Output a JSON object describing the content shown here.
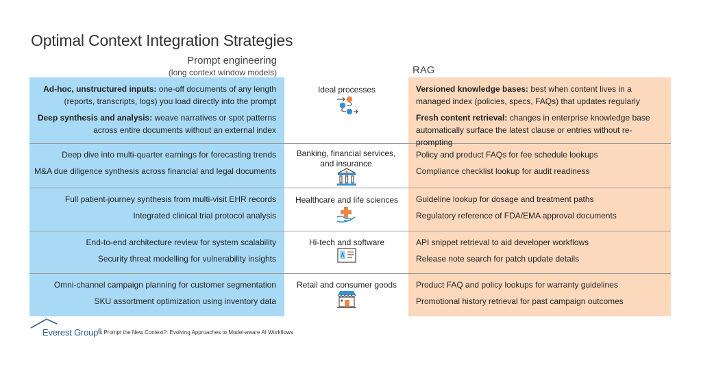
{
  "title": "Optimal Context Integration Strategies",
  "prompt_engineering": {
    "heading": "Prompt engineering",
    "subheading": "(long context window models)"
  },
  "rag": {
    "heading": "RAG"
  },
  "rows": [
    {
      "category": "Ideal processes",
      "icon": "process-flow-icon",
      "left": [
        {
          "bold": "Ad-hoc, unstructured inputs:",
          "text": " one-off documents of any length (reports, transcripts, logs) you load directly into the prompt"
        },
        {
          "bold": "Deep synthesis and analysis:",
          "text": " weave narratives or spot patterns across entire documents without an external index"
        }
      ],
      "right": [
        {
          "bold": "Versioned knowledge bases:",
          "text": " best when content lives in a managed index (policies, specs, FAQs) that updates regularly"
        },
        {
          "bold": "Fresh content retrieval:",
          "text": " changes in enterprise knowledge base automatically surface the latest clause or entries without re-prompting"
        }
      ]
    },
    {
      "category": "Banking, financial services, and insurance",
      "icon": "bank-icon",
      "left": [
        "Deep dive into multi-quarter earnings for forecasting trends",
        "M&A due diligence synthesis across financial and legal documents"
      ],
      "right": [
        "Policy and product FAQs for fee schedule lookups",
        "Compliance checklist lookup for audit readiness"
      ]
    },
    {
      "category": "Healthcare and life sciences",
      "icon": "healthcare-hand-icon",
      "left": [
        "Full patient-journey synthesis from multi-visit EHR records",
        "Integrated clinical trial protocol analysis"
      ],
      "right": [
        "Guideline lookup for dosage and treatment paths",
        "Regulatory reference of FDA/EMA approval documents"
      ]
    },
    {
      "category": "Hi-tech and software",
      "icon": "software-screen-icon",
      "left": [
        "End-to-end architecture review for system scalability",
        "Security threat modelling for vulnerability insights"
      ],
      "right": [
        "API snippet retrieval to aid developer workflows",
        "Release note search for patch update details"
      ]
    },
    {
      "category": "Retail and consumer goods",
      "icon": "store-icon",
      "left": [
        "Omni-channel campaign planning for customer segmentation",
        "SKU assortment optimization using inventory data"
      ],
      "right": [
        "Product FAQ and policy lookups for warranty guidelines",
        "Promotional history retrieval for past campaign outcomes"
      ]
    }
  ],
  "footer": {
    "logo": "Everest Group",
    "registered": "®",
    "source": "Is Prompt the New Context?: Evolving Approaches to Model-aware AI Workflows"
  },
  "colors": {
    "prompt_bg": "#a9daf5",
    "rag_bg": "#fcd9bd",
    "icon_blue": "#3a8fd0",
    "icon_orange": "#e8894a",
    "logo_blue": "#2c5c8a"
  }
}
